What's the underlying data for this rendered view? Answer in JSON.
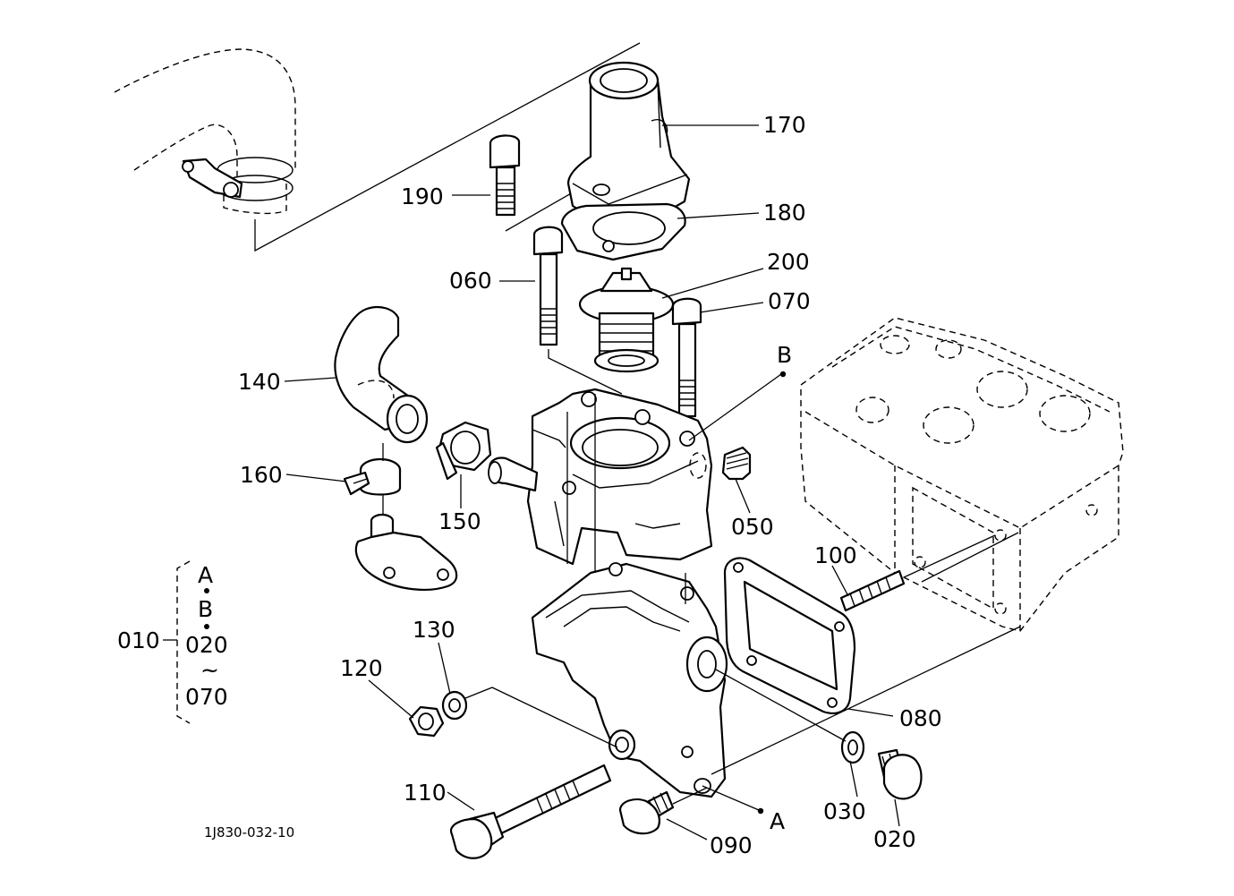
{
  "drawing_code": "1J830-032-10",
  "callouts": {
    "p170": "170",
    "p190": "190",
    "p180": "180",
    "p200": "200",
    "p060": "060",
    "p070": "070",
    "p140": "140",
    "p160": "160",
    "p150": "150",
    "p050": "050",
    "p100": "100",
    "p010": "010",
    "p130": "130",
    "p120": "120",
    "p080": "080",
    "p110": "110",
    "p090": "090",
    "p030": "030",
    "p020": "020"
  },
  "refs": {
    "a": "A",
    "b": "B"
  },
  "group": {
    "line1": "A",
    "line2": "B",
    "line3": "020",
    "tilde": "~",
    "line4": "070"
  }
}
